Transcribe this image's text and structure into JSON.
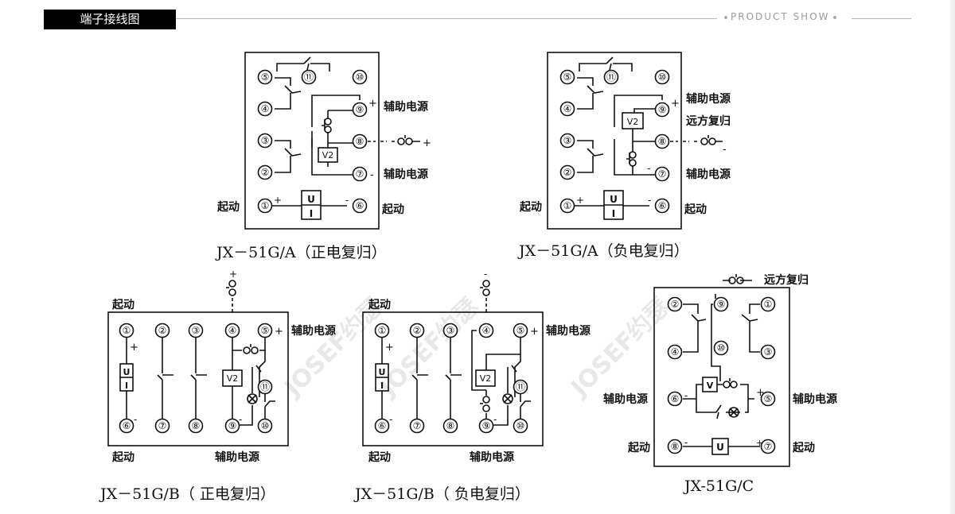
{
  "header": {
    "tab_title": "端子接线图",
    "product_show": "PRODUCT SHOW"
  },
  "watermark": "JOSEF约瑟",
  "diagrams": [
    {
      "id": "jx51ga-pos",
      "caption": "JX－51G/A（正电复归）",
      "labels": {
        "aux_top": "辅助电源",
        "aux_bottom": "辅助电源",
        "start_left": "起动",
        "start_right": "起动",
        "reset_sign": "+",
        "plus": "+",
        "minus": "-"
      },
      "terminals": [
        "⑤",
        "④",
        "③",
        "②",
        "①",
        "⑪",
        "⑩",
        "⑨",
        "⑧",
        "⑦",
        "⑥"
      ],
      "components": {
        "coil": "V2",
        "meter_top": "U",
        "meter_bottom": "I"
      }
    },
    {
      "id": "jx51ga-neg",
      "caption": "JX－51G/A（负电复归）",
      "labels": {
        "aux_top": "辅助电源",
        "remote_reset": "远方复归",
        "aux_bottom": "辅助电源",
        "start_left": "起动",
        "start_right": "起动",
        "reset_sign": "-",
        "plus": "+",
        "minus": "-"
      },
      "terminals": [
        "⑤",
        "④",
        "③",
        "②",
        "①",
        "⑪",
        "⑩",
        "⑨",
        "⑧",
        "⑦",
        "⑥"
      ],
      "components": {
        "coil": "V2",
        "meter_top": "U",
        "meter_bottom": "I"
      }
    },
    {
      "id": "jx51gb-pos",
      "caption": "JX－51G/B（ 正电复归）",
      "labels": {
        "start_top": "起动",
        "aux_right": "辅助电源",
        "start_bottom": "起动",
        "aux_bottom": "辅助电源",
        "reset_sign": "+",
        "plus": "+",
        "minus": "-"
      },
      "terminals_top": [
        "①",
        "②",
        "③",
        "④",
        "⑤"
      ],
      "terminals_bottom": [
        "⑥",
        "⑦",
        "⑧",
        "⑨",
        "⑩"
      ],
      "terminal_mid": "⑪",
      "components": {
        "coil": "V2",
        "meter_top": "U",
        "meter_bottom": "I"
      }
    },
    {
      "id": "jx51gb-neg",
      "caption": "JX－51G/B（ 负电复归）",
      "labels": {
        "start_top": "起动",
        "aux_right": "辅助电源",
        "start_bottom": "起动",
        "aux_bottom": "辅助电源",
        "reset_sign": "-",
        "plus": "+",
        "minus": "-"
      },
      "terminals_top": [
        "①",
        "②",
        "③",
        "④",
        "⑤"
      ],
      "terminals_bottom": [
        "⑥",
        "⑦",
        "⑧",
        "⑨",
        "⑩"
      ],
      "terminal_mid": "⑪",
      "components": {
        "coil": "V2",
        "meter_top": "U",
        "meter_bottom": "I"
      }
    },
    {
      "id": "jx51gc",
      "caption": "JX-51G/C",
      "labels": {
        "remote_reset": "远方复归",
        "aux_left": "辅助电源",
        "aux_right": "辅助电源",
        "start_left": "起动",
        "start_right": "起动",
        "plus": "+",
        "minus": "-"
      },
      "terminals": [
        "②",
        "④",
        "⑨",
        "⑩",
        "①",
        "③",
        "⑥",
        "⑤",
        "⑧",
        "⑦"
      ],
      "components": {
        "coil": "V",
        "meter": "U"
      }
    }
  ]
}
